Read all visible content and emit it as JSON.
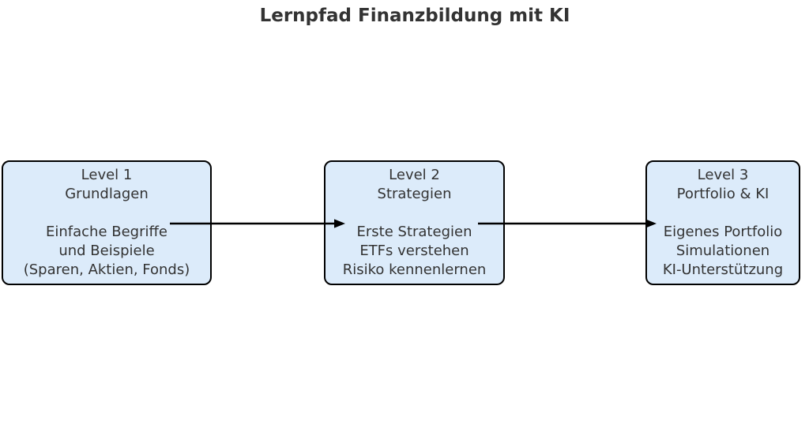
{
  "title": "Lernpfad Finanzbildung mit KI",
  "colors": {
    "background": "#ffffff",
    "node_fill": "#dcebfa",
    "node_border": "#000000",
    "text": "#333333",
    "arrow": "#000000"
  },
  "diagram": {
    "nodes": [
      {
        "id": "level1",
        "lines": [
          "Level 1",
          "Grundlagen",
          "",
          "Einfache Begriffe",
          "und Beispiele",
          "(Sparen, Aktien, Fonds)"
        ]
      },
      {
        "id": "level2",
        "lines": [
          "Level 2",
          "Strategien",
          "",
          "Erste Strategien",
          "ETFs verstehen",
          "Risiko kennenlernen"
        ]
      },
      {
        "id": "level3",
        "lines": [
          "Level 3",
          "Portfolio & KI",
          "",
          "Eigenes Portfolio",
          "Simulationen",
          "KI-Unterstützung"
        ]
      }
    ],
    "connections": [
      {
        "from": "level1",
        "to": "level2"
      },
      {
        "from": "level2",
        "to": "level3"
      }
    ]
  }
}
